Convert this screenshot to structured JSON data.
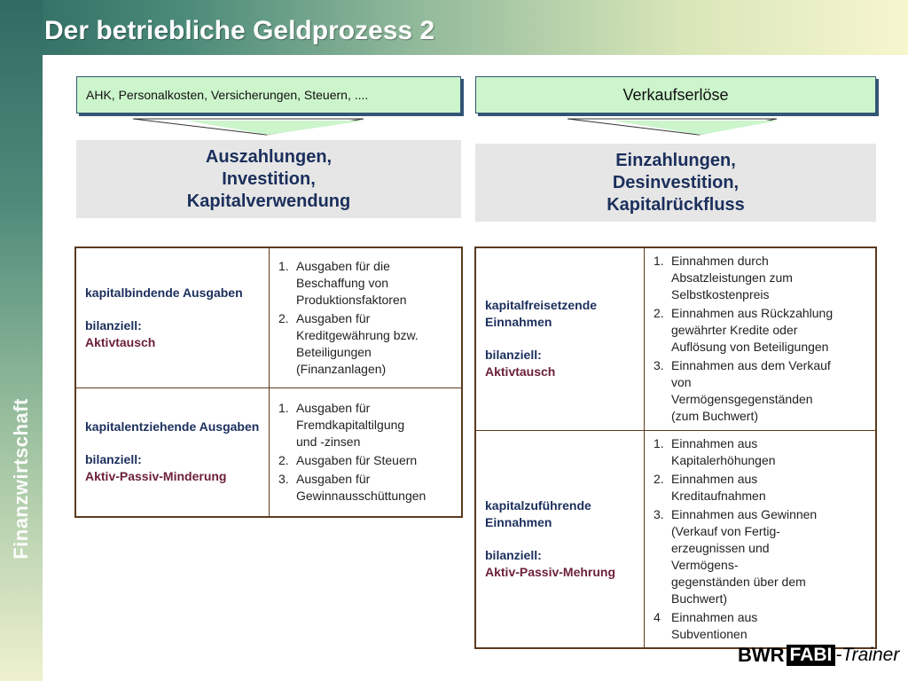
{
  "title": "Der betriebliche Geldprozess 2",
  "side_label": "Finanzwirtschaft",
  "left": {
    "input_box": "AHK, Personalkosten, Versicherungen, Steuern, ....",
    "heading_lines": [
      "Auszahlungen,",
      "Investition,",
      "Kapitalverwendung"
    ],
    "rows": [
      {
        "label": "kapitalbindende Ausgaben",
        "bilanz_label": "bilanziell:",
        "bilanz_value": "Aktivtausch",
        "items": [
          {
            "num": "1.",
            "text": "Ausgaben für die\nBeschaffung von\nProduktionsfaktoren"
          },
          {
            "num": "2.",
            "text": "Ausgaben für\nKreditgewährung bzw.\n Beteiligungen\n(Finanzanlagen)"
          }
        ]
      },
      {
        "label": "kapitalentziehende Ausgaben",
        "bilanz_label": "bilanziell:",
        "bilanz_value": "Aktiv-Passiv-Minderung",
        "items": [
          {
            "num": "1.",
            "text": "Ausgaben für\nFremdkapitaltilgung\nund -zinsen"
          },
          {
            "num": "2.",
            "text": "Ausgaben für Steuern"
          },
          {
            "num": "3.",
            "text": "Ausgaben für\nGewinnausschüttungen"
          }
        ]
      }
    ]
  },
  "right": {
    "input_box": "Verkaufserlöse",
    "heading_lines": [
      "Einzahlungen,",
      "Desinvestition,",
      "Kapitalrückfluss"
    ],
    "rows": [
      {
        "label": "kapitalfreisetzende Einnahmen",
        "bilanz_label": "bilanziell:",
        "bilanz_value": "Aktivtausch",
        "items": [
          {
            "num": "1.",
            "text": "Einnahmen durch\nAbsatzleistungen zum\nSelbstkostenpreis"
          },
          {
            "num": "2.",
            "text": "Einnahmen aus Rückzahlung\ngewährter Kredite oder\nAuflösung von Beteiligungen"
          },
          {
            "num": "3.",
            "text": "Einnahmen aus dem Verkauf\nvon\nVermögensgegenständen\n(zum Buchwert)"
          }
        ]
      },
      {
        "label": "kapitalzuführende Einnahmen",
        "bilanz_label": "bilanziell:",
        "bilanz_value": "Aktiv-Passiv-Mehrung",
        "items": [
          {
            "num": "1.",
            "text": "Einnahmen aus\nKapitalerhöhungen"
          },
          {
            "num": "2.",
            "text": "Einnahmen aus\nKreditaufnahmen"
          },
          {
            "num": "3.",
            "text": "Einnahmen aus Gewinnen\n(Verkauf von Fertig-\nerzeugnissen und\nVermögens-\ngegenständen über dem\n Buchwert)"
          },
          {
            "num": "4",
            "text": "Einnahmen aus\nSubventionen"
          }
        ]
      }
    ]
  },
  "logo": {
    "part1": "BWR",
    "part2": "FABI",
    "part3": "-Trainer"
  },
  "colors": {
    "input_box_bg": "#ccf5cc",
    "heading_text": "#1b2f5c",
    "bilanz_value": "#6b1f3a",
    "table_border": "#5b3a1e"
  }
}
